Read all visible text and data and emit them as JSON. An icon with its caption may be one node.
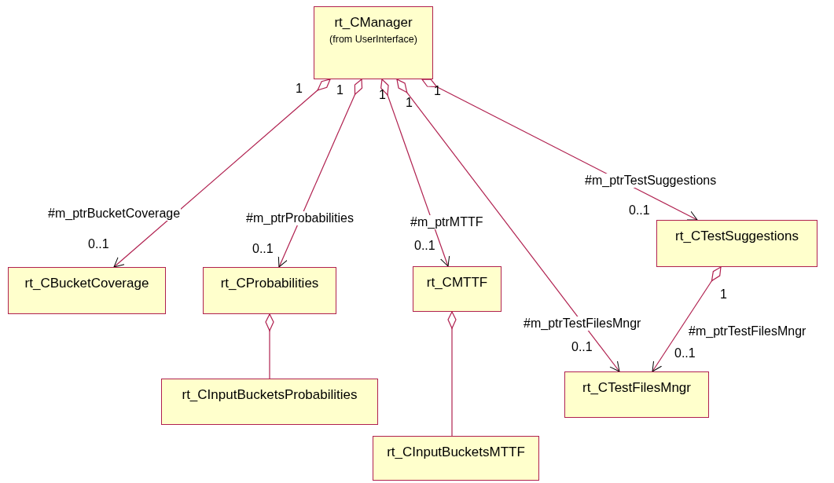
{
  "diagram": {
    "nodes": [
      {
        "text": [
          "rt_CManager",
          "(from UserInterface)"
        ]
      },
      {
        "text": [
          "rt_CBucketCoverage"
        ]
      },
      {
        "text": [
          "rt_CProbabilities"
        ]
      },
      {
        "text": [
          "rt_CMTTF"
        ]
      },
      {
        "text": [
          "rt_CTestSuggestions"
        ]
      },
      {
        "text": [
          "rt_CInputBucketsProbabilities"
        ]
      },
      {
        "text": [
          "rt_CTestFilesMngr"
        ]
      },
      {
        "text": [
          "rt_CInputBucketsMTTF"
        ]
      }
    ],
    "edges": [
      {
        "from": 0,
        "to": 1,
        "arrow": "to",
        "label": "#m_ptrBucketCoverage"
      },
      {
        "from": 0,
        "to": 2,
        "arrow": "to",
        "label": "#m_ptrProbabilities"
      },
      {
        "from": 0,
        "to": 3,
        "arrow": "to",
        "label": "#m_ptrMTTF"
      },
      {
        "from": 0,
        "to": 6,
        "arrow": "to",
        "label": "#m_ptrTestFilesMngr"
      },
      {
        "from": 0,
        "to": 4,
        "arrow": "to",
        "label": "#m_ptrTestSuggestions"
      },
      {
        "from": 4,
        "to": 6,
        "arrow": "to",
        "label": "#m_ptrTestFilesMngr"
      },
      {
        "from": 2,
        "to": 5,
        "arrow": "other"
      },
      {
        "from": 3,
        "to": 7,
        "arrow": "other"
      }
    ],
    "labels": [
      "1",
      "1",
      "1",
      "1",
      "1",
      "0..1",
      "0..1",
      "0..1",
      "0..1",
      "0..1",
      "1",
      "0..1"
    ]
  }
}
